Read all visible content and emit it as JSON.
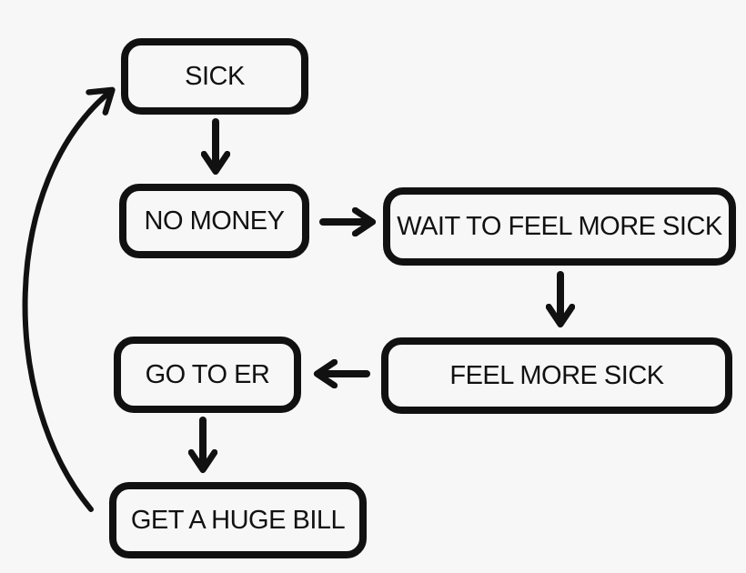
{
  "diagram": {
    "nodes": {
      "sick": "SICK",
      "no_money": "NO MONEY",
      "wait": "WAIT TO FEEL MORE SICK",
      "feel_more_sick": "FEEL MORE SICK",
      "go_to_er": "GO TO ER",
      "bill": "GET A HUGE BILL"
    },
    "edges": [
      {
        "from": "sick",
        "to": "no_money"
      },
      {
        "from": "no_money",
        "to": "wait"
      },
      {
        "from": "wait",
        "to": "feel_more_sick"
      },
      {
        "from": "feel_more_sick",
        "to": "go_to_er"
      },
      {
        "from": "go_to_er",
        "to": "bill"
      },
      {
        "from": "bill",
        "to": "sick"
      }
    ],
    "colors": {
      "stroke": "#111111",
      "background": "#f7f7f7"
    }
  }
}
